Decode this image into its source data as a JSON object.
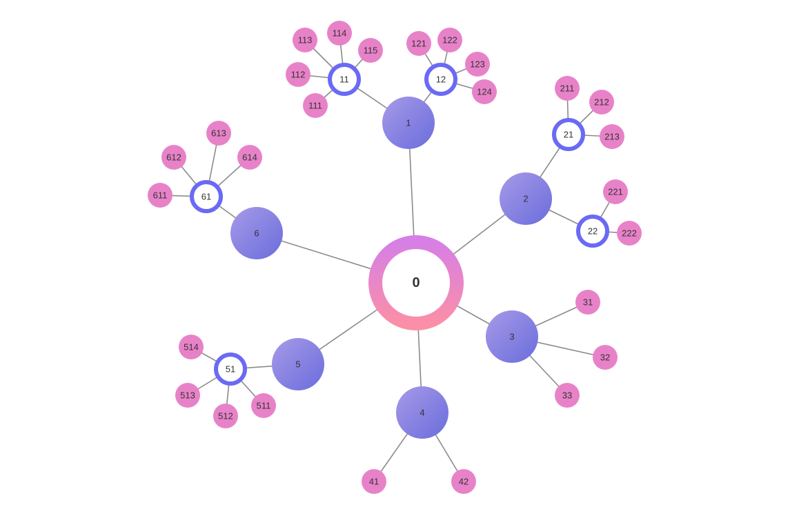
{
  "graph": {
    "root": {
      "id": "root",
      "label": "0"
    },
    "nodes": [
      {
        "id": "n1",
        "label": "1",
        "level": 1
      },
      {
        "id": "n2",
        "label": "2",
        "level": 1
      },
      {
        "id": "n3",
        "label": "3",
        "level": 1
      },
      {
        "id": "n4",
        "label": "4",
        "level": 1
      },
      {
        "id": "n5",
        "label": "5",
        "level": 1
      },
      {
        "id": "n6",
        "label": "6",
        "level": 1
      },
      {
        "id": "n11",
        "label": "11",
        "level": 2
      },
      {
        "id": "n12",
        "label": "12",
        "level": 2
      },
      {
        "id": "n21",
        "label": "21",
        "level": 2
      },
      {
        "id": "n22",
        "label": "22",
        "level": 2
      },
      {
        "id": "n51",
        "label": "51",
        "level": 2
      },
      {
        "id": "n61",
        "label": "61",
        "level": 2
      },
      {
        "id": "n111",
        "label": "111",
        "level": 3
      },
      {
        "id": "n112",
        "label": "112",
        "level": 3
      },
      {
        "id": "n113",
        "label": "113",
        "level": 3
      },
      {
        "id": "n114",
        "label": "114",
        "level": 3
      },
      {
        "id": "n115",
        "label": "115",
        "level": 3
      },
      {
        "id": "n121",
        "label": "121",
        "level": 3
      },
      {
        "id": "n122",
        "label": "122",
        "level": 3
      },
      {
        "id": "n123",
        "label": "123",
        "level": 3
      },
      {
        "id": "n124",
        "label": "124",
        "level": 3
      },
      {
        "id": "n211",
        "label": "211",
        "level": 3
      },
      {
        "id": "n212",
        "label": "212",
        "level": 3
      },
      {
        "id": "n213",
        "label": "213",
        "level": 3
      },
      {
        "id": "n221",
        "label": "221",
        "level": 3
      },
      {
        "id": "n222",
        "label": "222",
        "level": 3
      },
      {
        "id": "n31",
        "label": "31",
        "level": 3
      },
      {
        "id": "n32",
        "label": "32",
        "level": 3
      },
      {
        "id": "n33",
        "label": "33",
        "level": 3
      },
      {
        "id": "n41",
        "label": "41",
        "level": 3
      },
      {
        "id": "n42",
        "label": "42",
        "level": 3
      },
      {
        "id": "n511",
        "label": "511",
        "level": 3
      },
      {
        "id": "n512",
        "label": "512",
        "level": 3
      },
      {
        "id": "n513",
        "label": "513",
        "level": 3
      },
      {
        "id": "n514",
        "label": "514",
        "level": 3
      },
      {
        "id": "n611",
        "label": "611",
        "level": 3
      },
      {
        "id": "n612",
        "label": "612",
        "level": 3
      },
      {
        "id": "n613",
        "label": "613",
        "level": 3
      },
      {
        "id": "n614",
        "label": "614",
        "level": 3
      }
    ],
    "edges": [
      [
        "root",
        "n1"
      ],
      [
        "root",
        "n2"
      ],
      [
        "root",
        "n3"
      ],
      [
        "root",
        "n4"
      ],
      [
        "root",
        "n5"
      ],
      [
        "root",
        "n6"
      ],
      [
        "n1",
        "n11"
      ],
      [
        "n1",
        "n12"
      ],
      [
        "n2",
        "n21"
      ],
      [
        "n2",
        "n22"
      ],
      [
        "n5",
        "n51"
      ],
      [
        "n6",
        "n61"
      ],
      [
        "n11",
        "n111"
      ],
      [
        "n11",
        "n112"
      ],
      [
        "n11",
        "n113"
      ],
      [
        "n11",
        "n114"
      ],
      [
        "n11",
        "n115"
      ],
      [
        "n12",
        "n121"
      ],
      [
        "n12",
        "n122"
      ],
      [
        "n12",
        "n123"
      ],
      [
        "n12",
        "n124"
      ],
      [
        "n21",
        "n211"
      ],
      [
        "n21",
        "n212"
      ],
      [
        "n21",
        "n213"
      ],
      [
        "n22",
        "n221"
      ],
      [
        "n22",
        "n222"
      ],
      [
        "n3",
        "n31"
      ],
      [
        "n3",
        "n32"
      ],
      [
        "n3",
        "n33"
      ],
      [
        "n4",
        "n41"
      ],
      [
        "n4",
        "n42"
      ],
      [
        "n51",
        "n511"
      ],
      [
        "n51",
        "n512"
      ],
      [
        "n51",
        "n513"
      ],
      [
        "n51",
        "n514"
      ],
      [
        "n61",
        "n611"
      ],
      [
        "n61",
        "n612"
      ],
      [
        "n61",
        "n613"
      ],
      [
        "n61",
        "n614"
      ]
    ]
  },
  "colors": {
    "root_ring_top": "#d67fe6",
    "root_ring_bottom": "#fb8fa7",
    "level1_light": "#a79ae8",
    "level1_dark": "#6a6ddc",
    "level2_ring": "#6a6af5",
    "leaf": "#e882c8",
    "edge": "#8a8a8a",
    "text": "#333333"
  }
}
